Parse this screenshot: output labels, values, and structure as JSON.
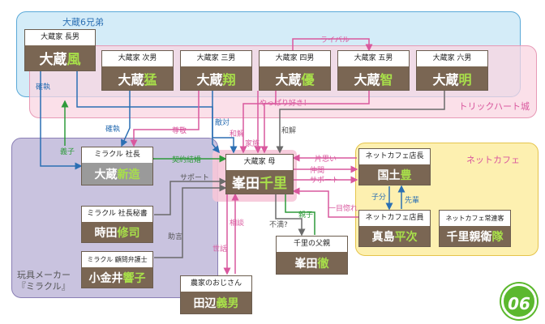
{
  "groups": {
    "brothers": "大蔵6兄弟",
    "trick": "トリックハート城",
    "miracle": "玩具メーカー\n『ミラクル』",
    "cafe": "ネットカフェ"
  },
  "cards": {
    "kaze": {
      "role": "大蔵家 長男",
      "name1": "大蔵",
      "name2": "風"
    },
    "takeru": {
      "role": "大蔵家 次男",
      "name1": "大蔵",
      "name2": "猛"
    },
    "sho": {
      "role": "大蔵家 三男",
      "name1": "大蔵",
      "name2": "翔"
    },
    "yu": {
      "role": "大蔵家 四男",
      "name1": "大蔵",
      "name2": "優"
    },
    "satoshi": {
      "role": "大蔵家 五男",
      "name1": "大蔵",
      "name2": "智"
    },
    "akira": {
      "role": "大蔵家 六男",
      "name1": "大蔵",
      "name2": "明"
    },
    "shinzo": {
      "role": "ミラクル 社長",
      "name1": "大蔵 ",
      "name2": "新造"
    },
    "mother": {
      "role": "大蔵家 母",
      "name1": "峯田 ",
      "name2": "千里"
    },
    "kunihide": {
      "role": "ネットカフェ店長",
      "name1": "国土 ",
      "name2": "豊"
    },
    "heiji": {
      "role": "ネットカフェ店員",
      "name1": "真島 ",
      "name2": "平次"
    },
    "shiori": {
      "role": "ネットカフェ常連客",
      "name1": "千里親衛",
      "name2": "隊"
    },
    "father": {
      "role": "千里の父親",
      "name1": "峯田 ",
      "name2": "徹"
    },
    "shuji": {
      "role": "ミラクル 社長秘書",
      "name1": "時田 ",
      "name2": "修司"
    },
    "kyoko": {
      "role": "ミラクル 顧問弁護士",
      "name1": "小金井 ",
      "name2": "響子"
    },
    "yoshio": {
      "role": "農家のおじさん",
      "name1": "田辺 ",
      "name2": "義男"
    }
  },
  "labels": {
    "rival": "ライバル",
    "yappari": "やっぱり好き！",
    "ketsuretsu": "確執",
    "sonkei": "尊敬",
    "tekitai": "敵対",
    "wakai1": "和解",
    "wakai2": "和解",
    "kazoku": "家族",
    "fushi": "義子",
    "keiyaku": "契約結婚",
    "support1": "サポート",
    "support2": "サポート",
    "kataomoi": "片思い",
    "nakama": "仲間",
    "hitomebore": "一目惚れ",
    "kobun": "子分",
    "senpai": "先輩",
    "fuman": "不満?",
    "oyako": "親子",
    "jogen": "助言",
    "sodan": "相談",
    "sewa": "世話"
  },
  "colors": {
    "pink": "#d9589e",
    "blue": "#2b6fb3",
    "green": "#2e9a3a",
    "gray": "#6b6b6b"
  },
  "badge": "06"
}
